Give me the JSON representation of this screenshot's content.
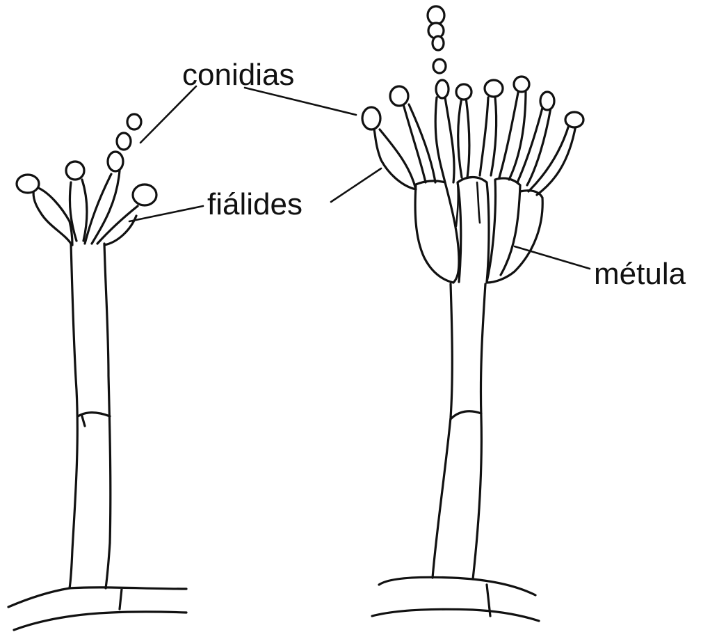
{
  "labels": {
    "conidia": "conidias",
    "phialides": "fiálides",
    "metula": "métula"
  },
  "colors": {
    "ink": "#111111",
    "background": "#ffffff"
  }
}
